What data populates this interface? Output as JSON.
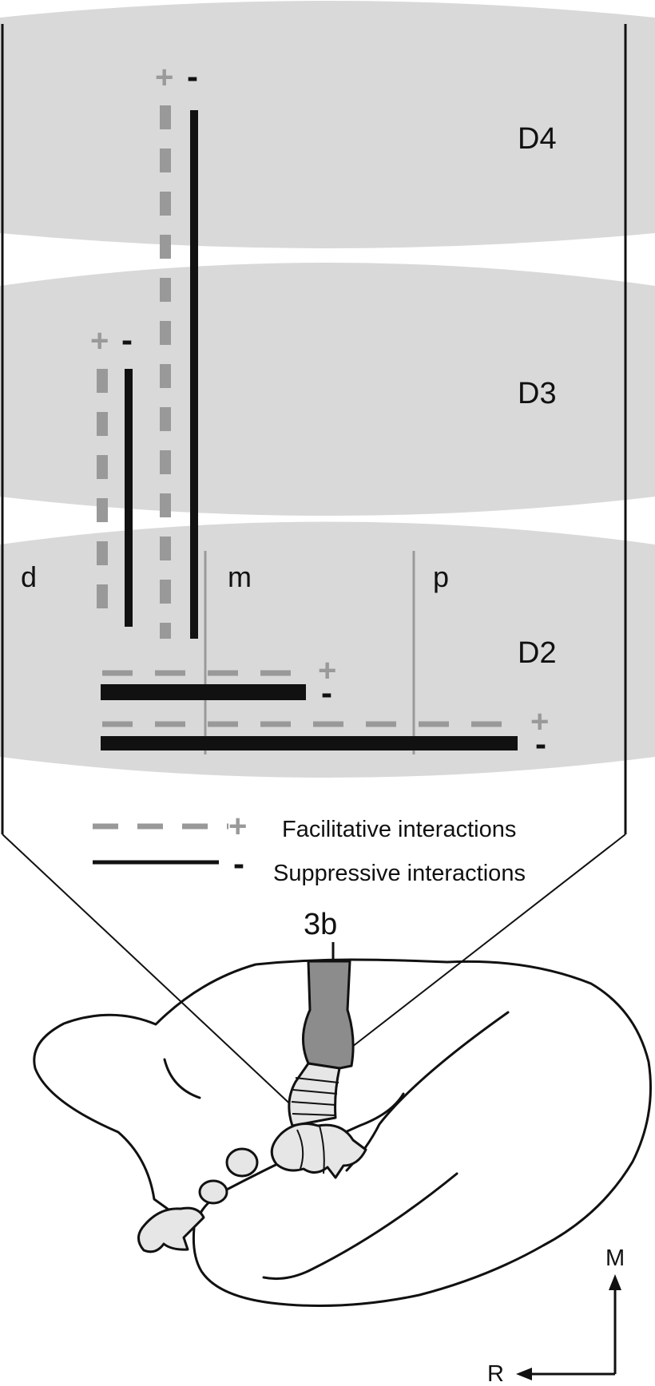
{
  "digits": {
    "d4": "D4",
    "d3": "D3",
    "d2": "D2"
  },
  "segments": {
    "distal": "d",
    "middle": "m",
    "proximal": "p"
  },
  "signs": {
    "plus": "+",
    "minus": "-"
  },
  "legend": {
    "facilitative": "Facilitative interactions",
    "suppressive": "Suppressive interactions"
  },
  "area_label": "3b",
  "orientation": {
    "medial": "M",
    "rostral": "R"
  },
  "colors": {
    "band_fill": "#d9d9d9",
    "facilitative": "#999999",
    "suppressive": "#111111",
    "area_3b": "#8c8c8c",
    "hand_map": "#e6e6e6"
  }
}
